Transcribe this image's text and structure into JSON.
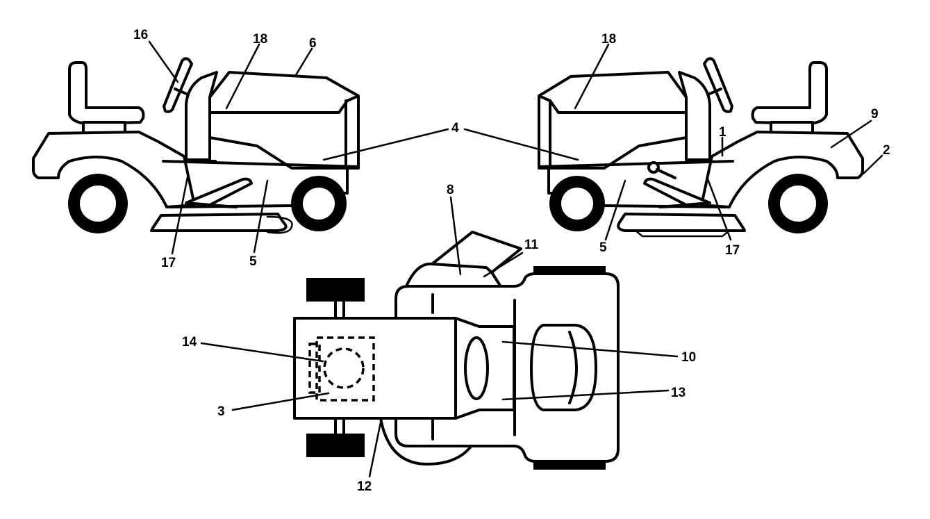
{
  "labels": {
    "l16": "16",
    "l18a": "18",
    "l6": "6",
    "l4": "4",
    "l17a": "17",
    "l5a": "5",
    "l18b": "18",
    "l1": "1",
    "l9": "9",
    "l2": "2",
    "l5b": "5",
    "l17b": "17",
    "l8": "8",
    "l11": "11",
    "l14": "14",
    "l3": "3",
    "l10": "10",
    "l13": "13",
    "l12": "12"
  }
}
